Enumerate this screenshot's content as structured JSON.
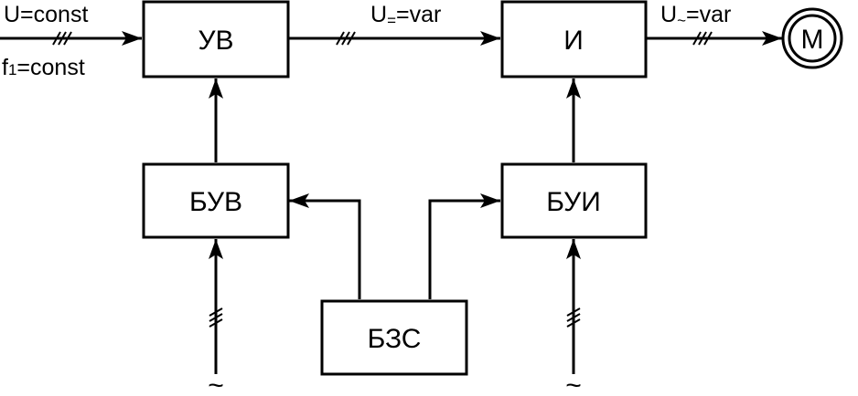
{
  "blocks": {
    "uv": "УВ",
    "i": "И",
    "buv": "БУВ",
    "bui": "БУИ",
    "bzs": "БЗС"
  },
  "motor": "M",
  "inputs": {
    "u_const": "U=const",
    "f_main": "f",
    "f_sub": "1",
    "f_rest": "=const",
    "supply_left": "~",
    "supply_right": "~"
  },
  "signals": {
    "u_dc_main": "U",
    "u_dc_sub": "=",
    "u_dc_rest": "=var",
    "u_ac_main": "U",
    "u_ac_sub": "~",
    "u_ac_rest": "=var"
  }
}
